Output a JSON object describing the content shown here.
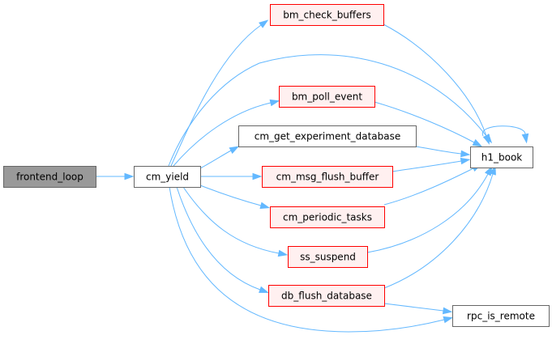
{
  "colors": {
    "edge": "#63b8ff",
    "root_fill": "#999999",
    "root_border": "#666666",
    "plain_fill": "#ffffff",
    "plain_border": "#666666",
    "truncated_fill": "#fff0f0",
    "truncated_border": "#ff0000"
  },
  "nodes": {
    "frontend_loop": {
      "label": "frontend_loop",
      "style": "root"
    },
    "cm_yield": {
      "label": "cm_yield",
      "style": "plain"
    },
    "bm_check_buffers": {
      "label": "bm_check_buffers",
      "style": "truncated"
    },
    "bm_poll_event": {
      "label": "bm_poll_event",
      "style": "truncated"
    },
    "cm_get_experiment_database": {
      "label": "cm_get_experiment_database",
      "style": "plain"
    },
    "cm_msg_flush_buffer": {
      "label": "cm_msg_flush_buffer",
      "style": "truncated"
    },
    "cm_periodic_tasks": {
      "label": "cm_periodic_tasks",
      "style": "truncated"
    },
    "ss_suspend": {
      "label": "ss_suspend",
      "style": "truncated"
    },
    "db_flush_database": {
      "label": "db_flush_database",
      "style": "truncated"
    },
    "h1_book": {
      "label": "h1_book",
      "style": "plain"
    },
    "rpc_is_remote": {
      "label": "rpc_is_remote",
      "style": "plain"
    }
  },
  "edges": [
    [
      "frontend_loop",
      "cm_yield"
    ],
    [
      "cm_yield",
      "bm_check_buffers"
    ],
    [
      "cm_yield",
      "h1_book"
    ],
    [
      "cm_yield",
      "bm_poll_event"
    ],
    [
      "cm_yield",
      "cm_get_experiment_database"
    ],
    [
      "cm_yield",
      "cm_msg_flush_buffer"
    ],
    [
      "cm_yield",
      "cm_periodic_tasks"
    ],
    [
      "cm_yield",
      "ss_suspend"
    ],
    [
      "cm_yield",
      "db_flush_database"
    ],
    [
      "cm_yield",
      "rpc_is_remote"
    ],
    [
      "bm_check_buffers",
      "h1_book"
    ],
    [
      "bm_poll_event",
      "h1_book"
    ],
    [
      "cm_get_experiment_database",
      "h1_book"
    ],
    [
      "cm_msg_flush_buffer",
      "h1_book"
    ],
    [
      "cm_periodic_tasks",
      "h1_book"
    ],
    [
      "ss_suspend",
      "h1_book"
    ],
    [
      "db_flush_database",
      "h1_book"
    ],
    [
      "db_flush_database",
      "rpc_is_remote"
    ],
    [
      "h1_book",
      "h1_book"
    ]
  ]
}
